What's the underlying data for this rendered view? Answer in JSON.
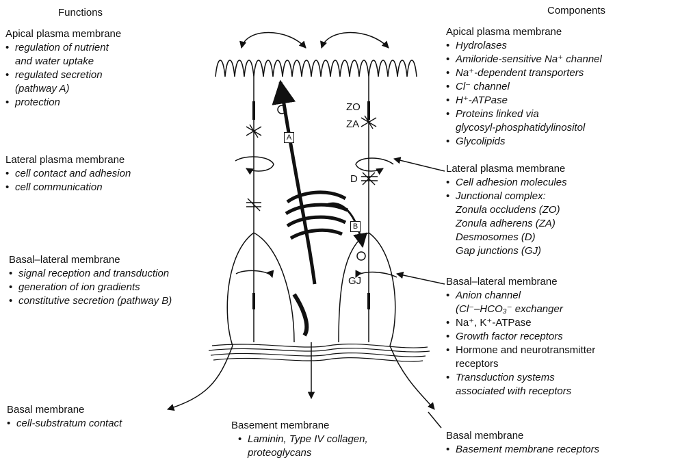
{
  "headers": {
    "functions": "Functions",
    "components": "Components"
  },
  "functions": {
    "apical": {
      "title": "Apical plasma membrane",
      "items": [
        "regulation of nutrient",
        "and water uptake",
        "regulated secretion",
        "(pathway A)",
        "protection"
      ]
    },
    "lateral": {
      "title": "Lateral plasma membrane",
      "items": [
        "cell contact and adhesion",
        "cell communication"
      ]
    },
    "basal_lateral": {
      "title": "Basal–lateral membrane",
      "items": [
        "signal reception and transduction",
        "generation of ion gradients",
        "constitutive secretion (pathway B)"
      ]
    },
    "basal": {
      "title": "Basal membrane",
      "items": [
        "cell-substratum contact"
      ]
    }
  },
  "basement": {
    "title": "Basement membrane",
    "items": [
      "Laminin, Type IV collagen,",
      "proteoglycans"
    ]
  },
  "components": {
    "apical": {
      "title": "Apical plasma membrane",
      "items": [
        "Hydrolases",
        "Amiloride-sensitive Na⁺ channel",
        "Na⁺-dependent transporters",
        "Cl⁻ channel",
        "H⁺-ATPase",
        "Proteins linked via",
        "glycosyl-phosphatidylinositol",
        "Glycolipids"
      ]
    },
    "lateral": {
      "title": "Lateral plasma membrane",
      "items": [
        "Cell adhesion molecules",
        "Junctional complex:",
        "Zonula occludens (ZO)",
        "Zonula adherens (ZA)",
        "Desmosomes (D)",
        "Gap junctions (GJ)"
      ]
    },
    "basal_lateral": {
      "title": "Basal–lateral membrane",
      "items": [
        "Anion channel",
        "(Cl⁻–HCO₃⁻ exchanger",
        "Na⁺, K⁺-ATPase",
        "Growth factor receptors",
        "Hormone and neurotransmitter",
        "receptors",
        "Transduction systems",
        "associated with receptors"
      ]
    },
    "basal": {
      "title": "Basal membrane",
      "items": [
        "Basement membrane receptors"
      ]
    }
  },
  "diagram_labels": {
    "zo": "ZO",
    "za": "ZA",
    "d": "D",
    "gj": "GJ",
    "pathway_a": "A",
    "pathway_b": "B"
  }
}
